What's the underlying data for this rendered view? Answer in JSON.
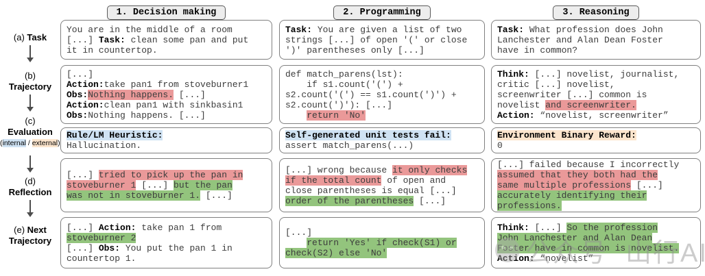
{
  "colors": {
    "hl-red": "#ea9999",
    "hl-green": "#93c47d",
    "hl-blue": "#cfe2f3",
    "hl-yellow": "#fce5cd",
    "box-border": "#7f7f7f",
    "tab-border": "#595959",
    "tab-bg": "#ededed",
    "arrow": "#4d4d4d",
    "body-text": "#3c3c3c"
  },
  "row_labels": [
    {
      "name": "task",
      "segments": [
        {
          "t": "(a) "
        },
        {
          "t": "Task",
          "b": 1
        }
      ]
    },
    {
      "name": "trajectory",
      "segments": [
        {
          "t": "(b)\n"
        },
        {
          "t": "Trajectory",
          "b": 1
        }
      ]
    },
    {
      "name": "evaluation",
      "segments": [
        {
          "t": "(c)\n"
        },
        {
          "t": "Evaluation",
          "b": 1
        }
      ],
      "sub": [
        {
          "t": "("
        },
        {
          "t": "internal",
          "hl": "blue"
        },
        {
          "t": " / "
        },
        {
          "t": "external",
          "hl": "yellow"
        },
        {
          "t": ")"
        }
      ]
    },
    {
      "name": "reflection",
      "segments": [
        {
          "t": "(d)\n"
        },
        {
          "t": "Reflection",
          "b": 1
        }
      ]
    },
    {
      "name": "next-trajectory",
      "segments": [
        {
          "t": "(e) "
        },
        {
          "t": "Next",
          "b": 1
        },
        {
          "t": "\n"
        },
        {
          "t": "Trajectory",
          "b": 1
        }
      ]
    }
  ],
  "columns": [
    {
      "header": "1. Decision making",
      "boxes": {
        "task": [
          {
            "t": "You are in the middle of a room\n[...] "
          },
          {
            "t": "Task:",
            "b": 1
          },
          {
            "t": " clean some pan and put\nit in countertop."
          }
        ],
        "trajectory": [
          {
            "t": "[...]\n"
          },
          {
            "t": "Action:",
            "b": 1
          },
          {
            "t": "take pan1 from stoveburner1\n"
          },
          {
            "t": "Obs:",
            "b": 1
          },
          {
            "t": "Nothing happens.",
            "hl": "red"
          },
          {
            "t": " [...]\n"
          },
          {
            "t": "Action:",
            "b": 1
          },
          {
            "t": "clean pan1 with sinkbasin1\n"
          },
          {
            "t": "Obs:",
            "b": 1
          },
          {
            "t": "Nothing happens. [...]"
          }
        ],
        "evaluation": [
          {
            "t": "Rule/LM Heuristic:",
            "b": 1,
            "hl": "blue"
          },
          {
            "t": "\nHallucination."
          }
        ],
        "reflection": [
          {
            "t": "[...] "
          },
          {
            "t": "tried to pick up the pan in\nstoveburner 1",
            "hl": "red"
          },
          {
            "t": " [...] "
          },
          {
            "t": "but the pan\nwas not in stoveburner 1.",
            "hl": "green"
          },
          {
            "t": " [...]"
          }
        ],
        "next_trajectory": [
          {
            "t": "[...] "
          },
          {
            "t": "Action:",
            "b": 1
          },
          {
            "t": " take pan 1 from\n"
          },
          {
            "t": "stoveburner 2",
            "hl": "green"
          },
          {
            "t": "\n[...] "
          },
          {
            "t": "Obs:",
            "b": 1
          },
          {
            "t": " You put the pan 1 in\ncountertop 1."
          }
        ]
      }
    },
    {
      "header": "2. Programming",
      "boxes": {
        "task": [
          {
            "t": "Task:",
            "b": 1
          },
          {
            "t": " You are given a list of two\nstrings [...] of open '(' or close\n')' parentheses only [...]"
          }
        ],
        "trajectory": [
          {
            "t": "def match_parens(lst):\n    if s1.count('(') +\ns2.count('(') == s1.count(')') +\ns2.count(')'): [...]\n    "
          },
          {
            "t": "return 'No'",
            "hl": "red"
          }
        ],
        "evaluation": [
          {
            "t": "Self-generated unit tests fail:",
            "b": 1,
            "hl": "blue"
          },
          {
            "t": "\nassert match_parens(...)"
          }
        ],
        "reflection": [
          {
            "t": "[...] wrong because "
          },
          {
            "t": "it only checks\nif the total count",
            "hl": "red"
          },
          {
            "t": " of open and\nclose parentheses is equal [...]\n"
          },
          {
            "t": "order of the parentheses",
            "hl": "green"
          },
          {
            "t": " [...]"
          }
        ],
        "next_trajectory": [
          {
            "t": "[...]\n    "
          },
          {
            "t": "return 'Yes' if check(S1) or\ncheck(S2) else 'No'",
            "hl": "green"
          }
        ]
      }
    },
    {
      "header": "3. Reasoning",
      "boxes": {
        "task": [
          {
            "t": "Task:",
            "b": 1
          },
          {
            "t": " What profession does John\nLanchester and Alan Dean Foster\nhave in common?"
          }
        ],
        "trajectory": [
          {
            "t": "Think:",
            "b": 1
          },
          {
            "t": " [...] novelist, journalist,\ncritic [...] novelist,\nscreenwriter [...] common is\nnovelist "
          },
          {
            "t": "and screenwriter.",
            "hl": "red"
          },
          {
            "t": "\n"
          },
          {
            "t": "Action:",
            "b": 1
          },
          {
            "t": " “novelist, screenwriter”"
          }
        ],
        "evaluation": [
          {
            "t": "Environment Binary Reward:",
            "b": 1,
            "hl": "yellow"
          },
          {
            "t": "\n0"
          }
        ],
        "reflection": [
          {
            "t": "[...] failed because I incorrectly\n"
          },
          {
            "t": "assumed that they both had the\nsame multiple professions",
            "hl": "red"
          },
          {
            "t": " [...]\n"
          },
          {
            "t": "accurately identifying their\nprofessions.",
            "hl": "green"
          }
        ],
        "next_trajectory": [
          {
            "t": "Think:",
            "b": 1
          },
          {
            "t": " [...] "
          },
          {
            "t": "So the profession\nJohn Lanchester and Alan Dean\nFoster have in common is novelist.",
            "hl": "green"
          },
          {
            "t": "\n"
          },
          {
            "t": "Action:",
            "b": 1
          },
          {
            "t": " “novelist”"
          }
        ]
      }
    }
  ],
  "watermark": {
    "icon": "wechat-icon",
    "text_left": "公众号",
    "text_right": "山行AI"
  }
}
